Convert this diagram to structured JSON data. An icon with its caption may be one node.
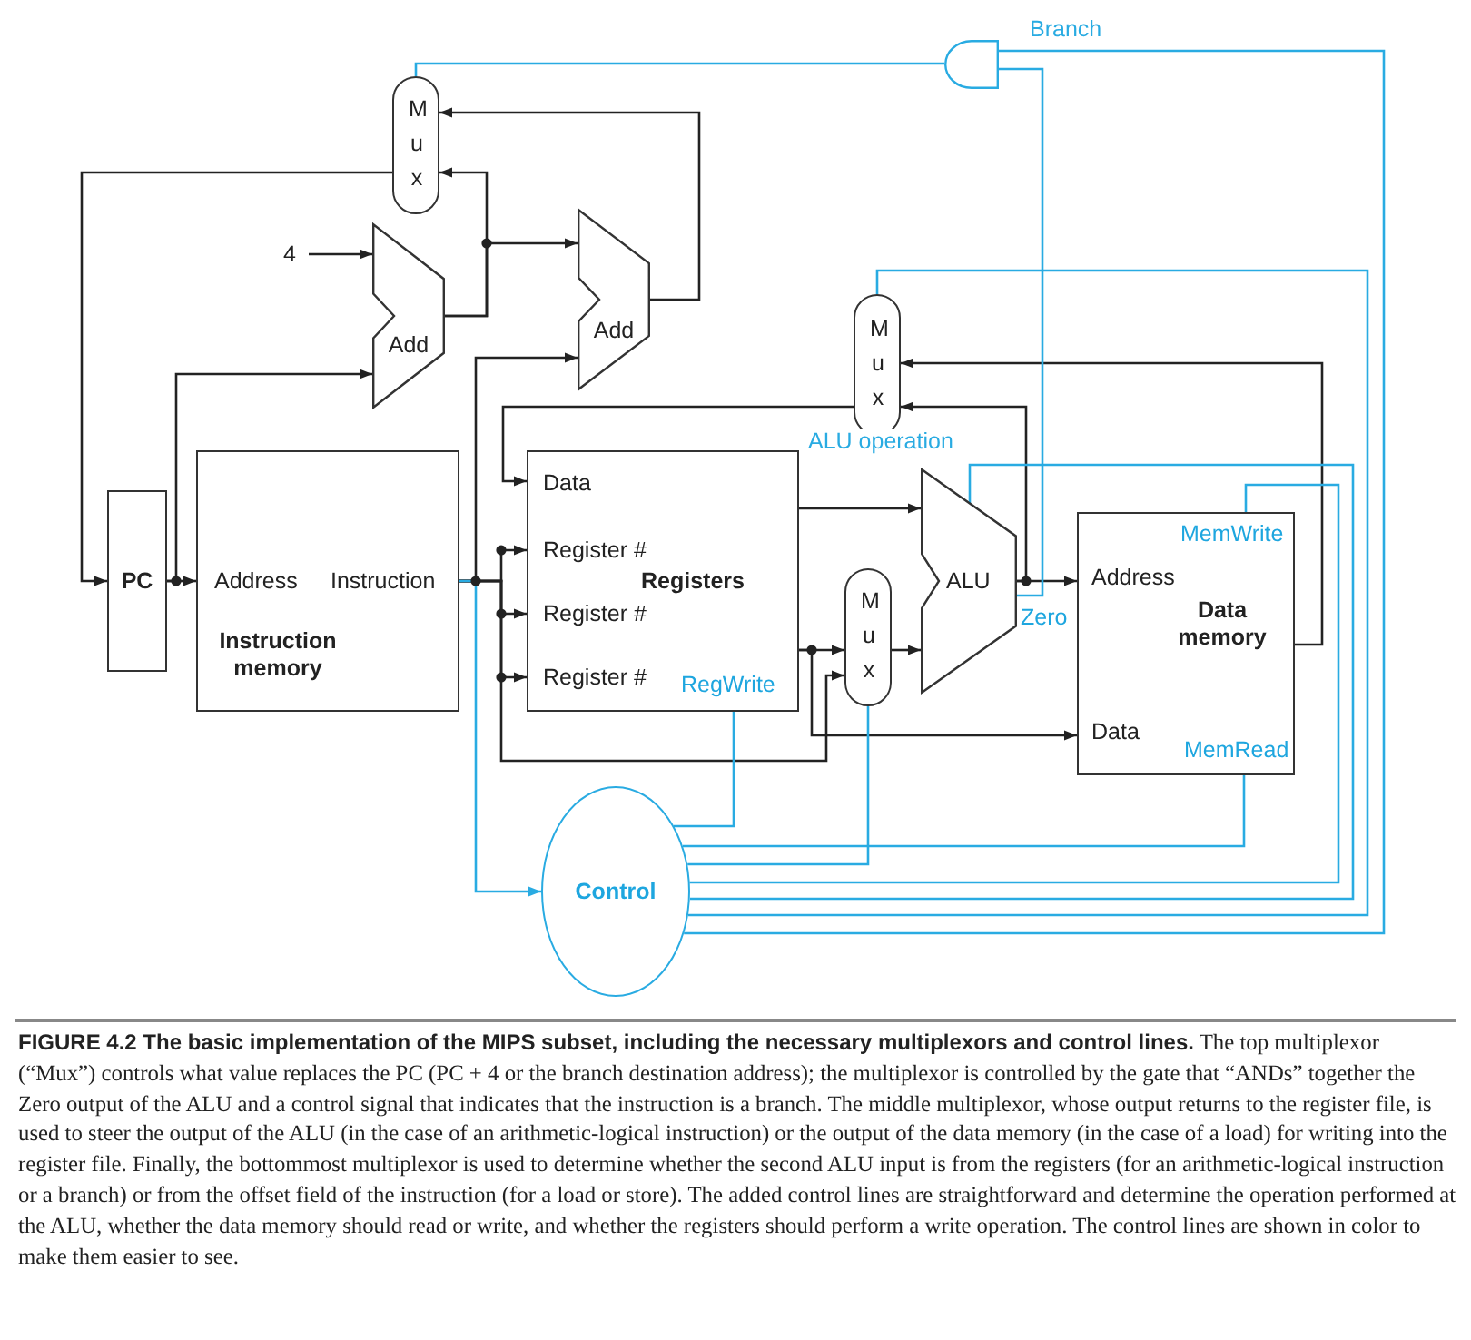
{
  "diagram": {
    "caption": "**FIGURE 4.2 The basic implementation of the MIPS subset, including the necessary multiplexors and control lines.** The top multiplexor (“Mux”) controls what value replaces the PC (PC + 4 or the branch destination address); the multiplexor is controlled by the gate that “ANDs” together the Zero output of the ALU and a control signal that indicates that the instruction is a branch. The middle multiplexor, whose output returns to the register file, is used to steer the output of the ALU (in the case of an arithmetic-logical instruction) or the output of the data memory (in the case of a load) for writing into the register file. Finally, the bottommost multiplexor is used to determine whether the second ALU input is from the registers (for an arithmetic-logical instruction or a branch) or from the offset field of the instruction (for a load or store). The added control lines are straightforward and determine the operation performed at the ALU, whether the data memory should read or write, and whether the registers should perform a write operation. The control lines are shown in color to make them easier to see.",
    "nodes": [
      {
        "text": [
          "M u x"
        ]
      },
      {
        "text": [],
        "shape": "gate"
      },
      {
        "text": [
          "4"
        ]
      },
      {
        "text": [
          "Add"
        ]
      },
      {
        "text": [
          "Add"
        ]
      },
      {
        "text": [
          "M u x"
        ]
      },
      {
        "text": [
          "PC"
        ]
      },
      {
        "text": [
          "Address",
          "Instruction",
          "Instruction memory"
        ]
      },
      {
        "text": [
          "Data",
          "Register #",
          "Register #",
          "Register #",
          "Registers",
          "RegWrite"
        ]
      },
      {
        "text": [
          "ALU"
        ],
        "beside": [
          "Zero"
        ]
      },
      {
        "text": [
          "M u x"
        ]
      },
      {
        "text": [
          "MemWrite",
          "Address",
          "Data memory",
          "Data",
          "MemRead"
        ]
      },
      {
        "text": [
          "Control"
        ]
      }
    ],
    "edges": [
      {
        "from": 6,
        "to": 7,
        "arrow": "to"
      },
      {
        "from": 6,
        "to": 3,
        "arrow": "to"
      },
      {
        "from": 2,
        "to": 3,
        "arrow": "to"
      },
      {
        "from": 3,
        "to": 0,
        "arrow": "to"
      },
      {
        "from": 3,
        "to": 4,
        "arrow": "to"
      },
      {
        "from": 4,
        "to": 0,
        "arrow": "to"
      },
      {
        "from": 0,
        "to": 6,
        "arrow": "to"
      },
      {
        "from": 7,
        "to": 8,
        "arrow": "to"
      },
      {
        "from": 7,
        "to": 8,
        "arrow": "to"
      },
      {
        "from": 7,
        "to": 8,
        "arrow": "to"
      },
      {
        "from": 7,
        "to": 4,
        "arrow": "to"
      },
      {
        "from": 7,
        "to": 10,
        "arrow": "to"
      },
      {
        "from": 7,
        "to": 12,
        "arrow": "to",
        "color": "#29abe2"
      },
      {
        "from": 5,
        "to": 8,
        "arrow": "to"
      },
      {
        "from": 8,
        "to": 9,
        "arrow": "to"
      },
      {
        "from": 8,
        "to": 10,
        "arrow": "to"
      },
      {
        "from": 8,
        "to": 11,
        "arrow": "to"
      },
      {
        "from": 10,
        "to": 9,
        "arrow": "to"
      },
      {
        "from": 9,
        "to": 11,
        "arrow": "to"
      },
      {
        "from": 9,
        "to": 5,
        "arrow": "to"
      },
      {
        "from": 11,
        "to": 5,
        "arrow": "to"
      },
      {
        "from": 9,
        "to": 1,
        "arrow": "none",
        "color": "#29abe2"
      },
      {
        "from": 1,
        "to": 0,
        "arrow": "none",
        "color": "#29abe2"
      },
      {
        "from": 12,
        "to": 1,
        "arrow": "none",
        "color": "#29abe2",
        "label": "Branch"
      },
      {
        "from": 12,
        "to": 5,
        "arrow": "none",
        "color": "#29abe2"
      },
      {
        "from": 12,
        "to": 9,
        "arrow": "none",
        "color": "#29abe2",
        "label": "ALU operation"
      },
      {
        "from": 12,
        "to": 11,
        "arrow": "none",
        "color": "#29abe2"
      },
      {
        "from": 12,
        "to": 11,
        "arrow": "none",
        "color": "#29abe2"
      },
      {
        "from": 12,
        "to": 10,
        "arrow": "none",
        "color": "#29abe2"
      },
      {
        "from": 12,
        "to": 8,
        "arrow": "none",
        "color": "#29abe2"
      }
    ]
  }
}
